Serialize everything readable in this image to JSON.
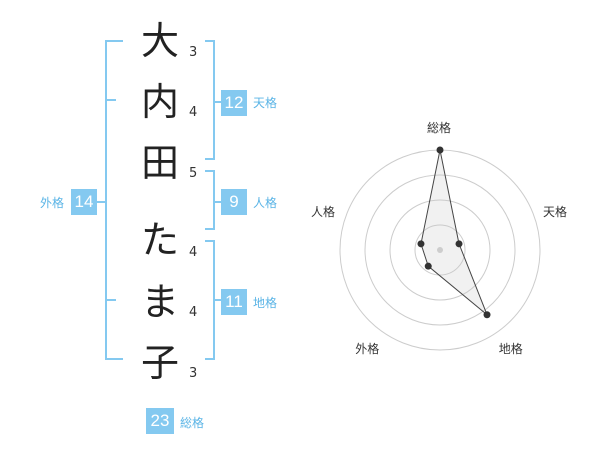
{
  "name": {
    "chars": [
      {
        "char": "大",
        "strokes": "3"
      },
      {
        "char": "内",
        "strokes": "4"
      },
      {
        "char": "田",
        "strokes": "5"
      },
      {
        "char": "た",
        "strokes": "4"
      },
      {
        "char": "ま",
        "strokes": "4"
      },
      {
        "char": "子",
        "strokes": "3"
      }
    ]
  },
  "kaku": {
    "tenkaku": {
      "value": "12",
      "label": "天格"
    },
    "jinkaku": {
      "value": "9",
      "label": "人格"
    },
    "chikaku": {
      "value": "11",
      "label": "地格"
    },
    "gaikaku": {
      "value": "14",
      "label": "外格"
    },
    "soukaku": {
      "value": "23",
      "label": "総格"
    }
  },
  "colors": {
    "accent": "#84c9f0",
    "label": "#5ab4e6",
    "text": "#222222",
    "grid": "#cccccc"
  },
  "chart_data": {
    "type": "radar",
    "axes": [
      "総格",
      "天格",
      "地格",
      "外格",
      "人格"
    ],
    "values": [
      5,
      1,
      4,
      1,
      1
    ],
    "rlim": [
      0,
      5
    ],
    "rings": 4
  }
}
